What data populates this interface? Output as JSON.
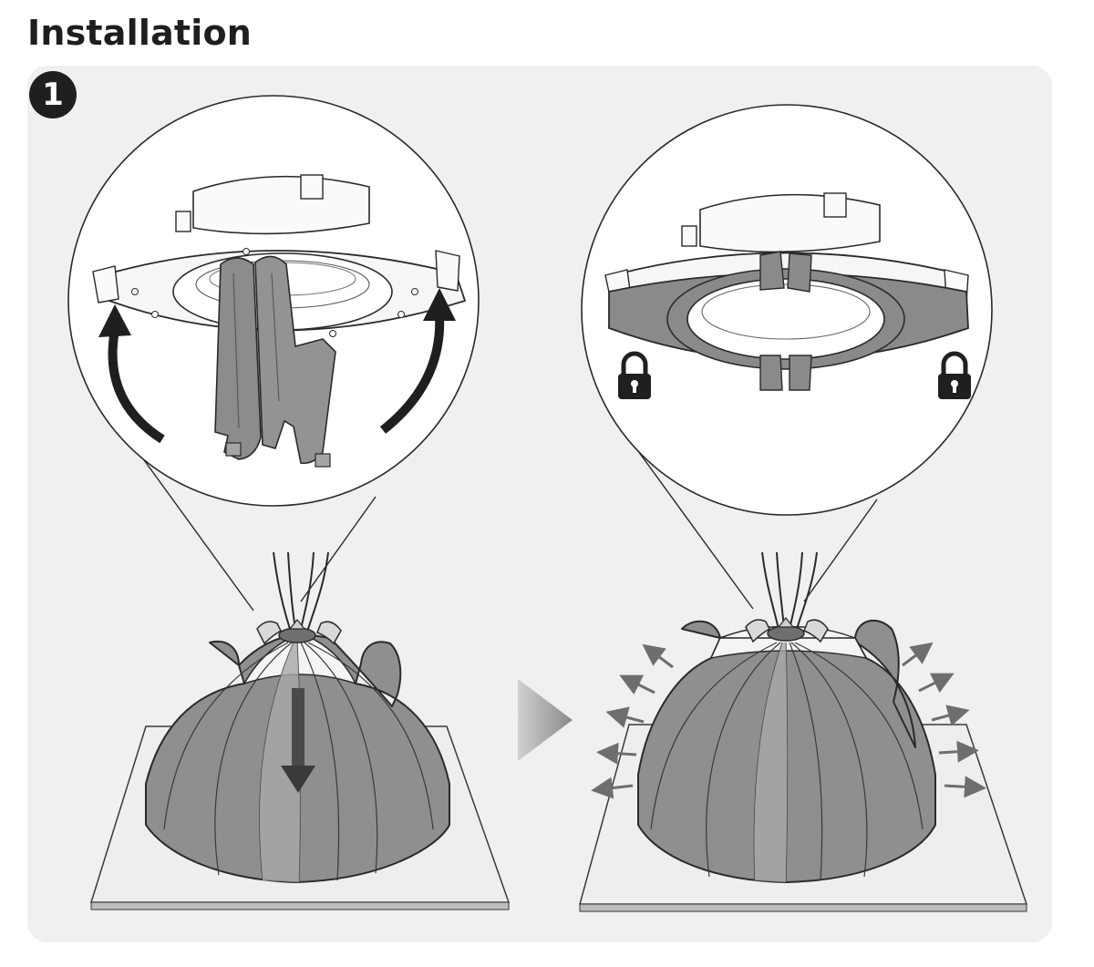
{
  "page": {
    "title": "Installation",
    "step_number": "1"
  },
  "colors": {
    "panel_bg": "#f0f0f0",
    "dome_fill": "#8a8a8a",
    "dome_light": "#a3a3a3",
    "outline": "#2a2a2a",
    "badge": "#1f1f1f"
  },
  "icons": {
    "left_arrows": "rotate-up-arrows",
    "lock": "padlock-icon",
    "next": "triangle-arrow-right-icon",
    "push_down": "down-arrow-icon",
    "expand": "outward-arrows"
  }
}
